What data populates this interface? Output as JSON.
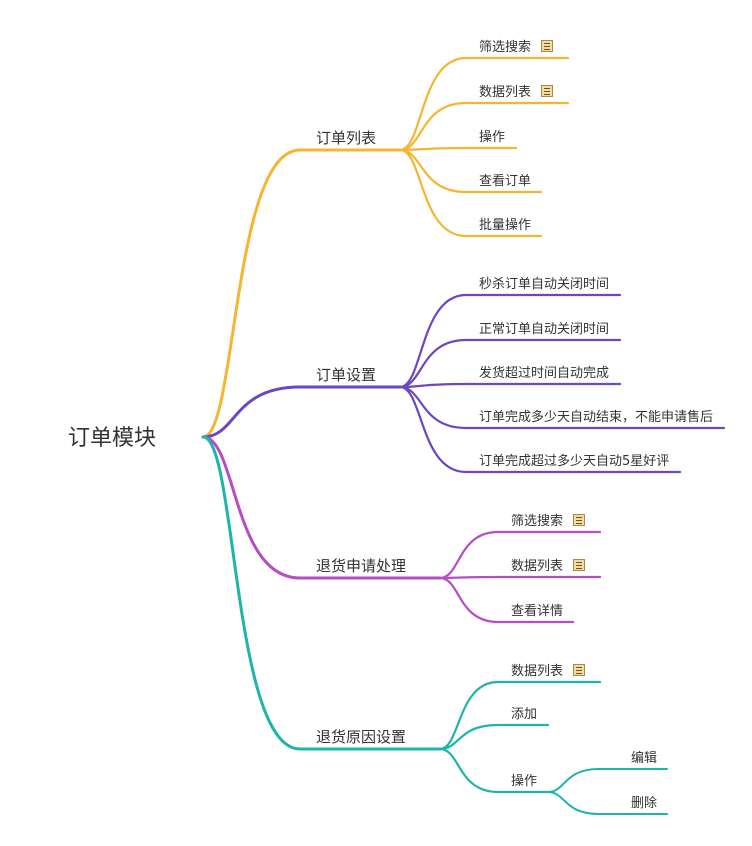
{
  "root": {
    "label": "订单模块"
  },
  "colors": {
    "orange": "#F4B630",
    "purple": "#6E46C1",
    "magenta": "#B64CC6",
    "teal": "#1DB5A9"
  },
  "branches": [
    {
      "label": "订单列表",
      "color_key": "orange",
      "children": [
        {
          "label": "筛选搜索",
          "note": true
        },
        {
          "label": "数据列表",
          "note": true
        },
        {
          "label": "操作"
        },
        {
          "label": "查看订单"
        },
        {
          "label": "批量操作"
        }
      ]
    },
    {
      "label": "订单设置",
      "color_key": "purple",
      "children": [
        {
          "label": "秒杀订单自动关闭时间"
        },
        {
          "label": "正常订单自动关闭时间"
        },
        {
          "label": "发货超过时间自动完成"
        },
        {
          "label": "订单完成多少天自动结束，不能申请售后"
        },
        {
          "label": "订单完成超过多少天自动5星好评"
        }
      ]
    },
    {
      "label": "退货申请处理",
      "color_key": "magenta",
      "children": [
        {
          "label": "筛选搜索",
          "note": true
        },
        {
          "label": "数据列表",
          "note": true
        },
        {
          "label": "查看详情"
        }
      ]
    },
    {
      "label": "退货原因设置",
      "color_key": "teal",
      "children": [
        {
          "label": "数据列表",
          "note": true
        },
        {
          "label": "添加"
        },
        {
          "label": "操作",
          "children": [
            {
              "label": "编辑"
            },
            {
              "label": "删除"
            }
          ]
        }
      ]
    }
  ]
}
